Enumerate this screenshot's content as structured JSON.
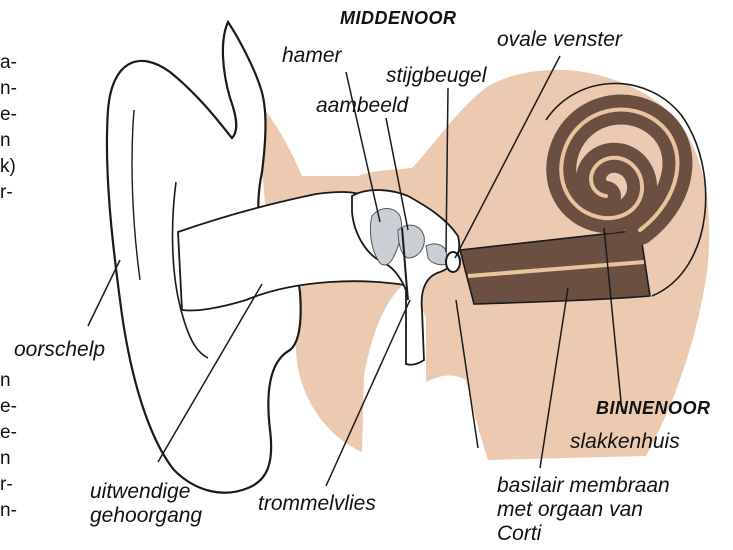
{
  "labels": {
    "middenoor": "MIDDENOOR",
    "hamer": "hamer",
    "ovale_venster": "ovale venster",
    "stijgbeugel": "stijgbeugel",
    "aambeeld": "aambeeld",
    "oorschelp": "oorschelp",
    "binnenoor": "BINNENOOR",
    "slakkenhuis": "slakkenhuis",
    "uitwendige_gehoorgang": [
      "uitwendige",
      "gehoorgang"
    ],
    "trommelvlies": "trommelvlies",
    "basilair_membraan": [
      "basilair membraan",
      "met orgaan van",
      "Corti"
    ]
  },
  "margin_fragments": {
    "top": [
      "a-",
      "n-",
      "e-",
      "n",
      "k)",
      "r-"
    ],
    "bottom": [
      "n",
      "e-",
      "e-",
      "n",
      "r-",
      "n-"
    ]
  },
  "colors": {
    "inner_ear_region": "#eccab2",
    "cochlea_fill": "#6b5042",
    "cochlea_stripe": "#e9c39e",
    "ossicles": "#c9cfd4",
    "outline": "#1a1a1a"
  }
}
